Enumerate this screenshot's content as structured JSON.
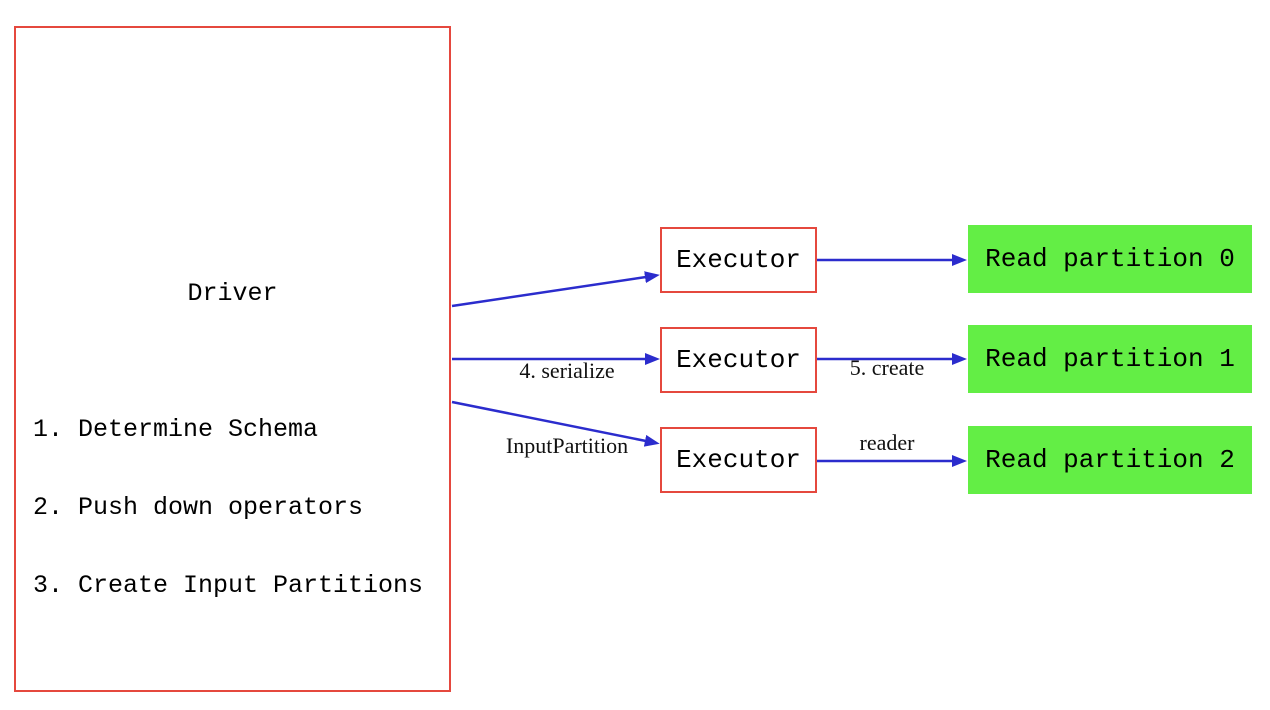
{
  "diagram": {
    "driver": {
      "title": "Driver",
      "steps": [
        "1. Determine Schema",
        "2. Push down operators",
        "3. Create Input Partitions"
      ]
    },
    "executors": [
      {
        "label": "Executor"
      },
      {
        "label": "Executor"
      },
      {
        "label": "Executor"
      }
    ],
    "partitions": [
      {
        "label": "Read partition 0"
      },
      {
        "label": "Read partition 1"
      },
      {
        "label": "Read partition 2"
      }
    ],
    "arrow_labels": {
      "serialize": {
        "line1": "4. serialize",
        "line2": "InputPartition"
      },
      "create_reader": {
        "line1": "5. create",
        "line2": "reader"
      }
    },
    "edges": [
      {
        "from": "driver",
        "to": "executor-0",
        "label": "4. serialize InputPartition"
      },
      {
        "from": "driver",
        "to": "executor-1",
        "label": "4. serialize InputPartition"
      },
      {
        "from": "driver",
        "to": "executor-2",
        "label": "4. serialize InputPartition"
      },
      {
        "from": "executor-0",
        "to": "read-partition-0",
        "label": "5. create reader"
      },
      {
        "from": "executor-1",
        "to": "read-partition-1",
        "label": "5. create reader"
      },
      {
        "from": "executor-2",
        "to": "read-partition-2",
        "label": "5. create reader"
      }
    ],
    "colors": {
      "box_border_red": "#e5483e",
      "arrow_blue": "#2b2ccd",
      "partition_green": "#63ee45",
      "text_black": "#000000",
      "background": "#ffffff"
    }
  }
}
